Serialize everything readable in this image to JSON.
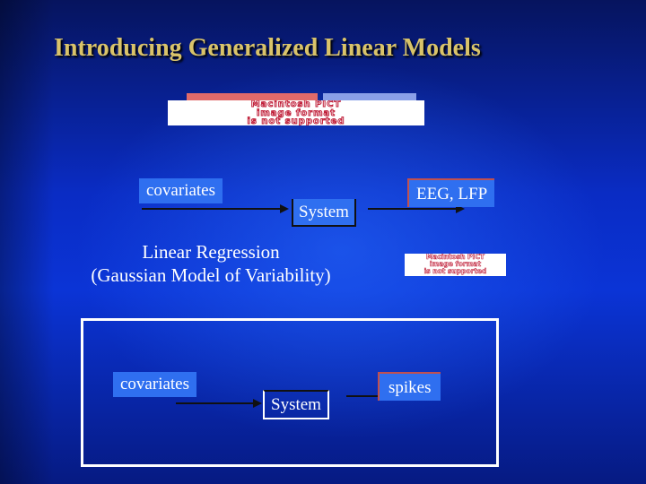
{
  "slide": {
    "title": "Introducing Generalized Linear Models",
    "top_diagram": {
      "input_label": "covariates",
      "system_label": "System",
      "output_label": "EEG, LFP"
    },
    "regression_caption": {
      "line1": "Linear Regression",
      "line2": "(Gaussian Model of Variability)"
    },
    "bottom_diagram": {
      "input_label": "covariates",
      "system_label": "System",
      "output_label": "spikes"
    },
    "placeholder_image_1": {
      "line1": "Macintosh PICT",
      "line2": "image format",
      "line3": "is not supported"
    },
    "placeholder_image_2": {
      "line1": "Macintosh PICT",
      "line2": "image format",
      "line3": "is not supported"
    }
  },
  "colors": {
    "title": "#d9c36a",
    "background": "#0b34d6",
    "label_fill": "#2f6ff0"
  }
}
